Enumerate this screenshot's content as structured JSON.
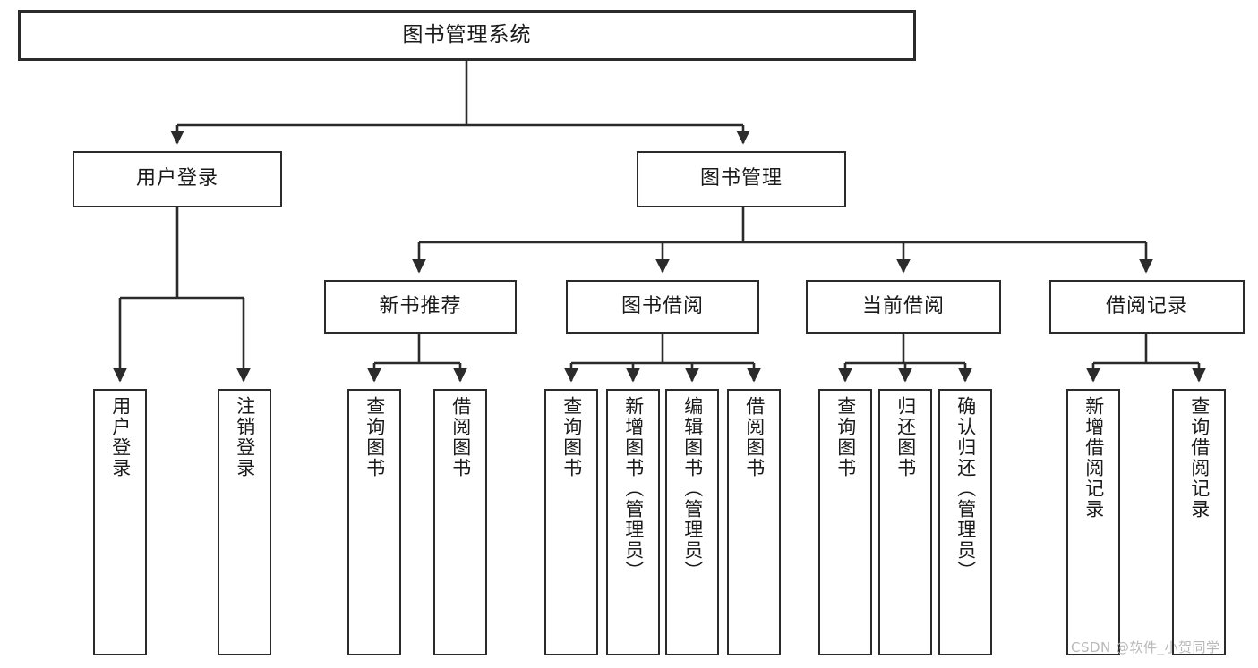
{
  "diagram": {
    "type": "tree",
    "title": "图书管理系统",
    "root": {
      "label": "图书管理系统"
    },
    "level2": [
      {
        "label": "用户登录"
      },
      {
        "label": "图书管理"
      }
    ],
    "level3": [
      {
        "label": "新书推荐"
      },
      {
        "label": "图书借阅"
      },
      {
        "label": "当前借阅"
      },
      {
        "label": "借阅记录"
      }
    ],
    "leaves": [
      {
        "label": "用户登录",
        "parent": "用户登录"
      },
      {
        "label": "注销登录",
        "parent": "用户登录"
      },
      {
        "label": "查询图书",
        "parent": "新书推荐"
      },
      {
        "label": "借阅图书",
        "parent": "新书推荐"
      },
      {
        "label": "查询图书",
        "parent": "图书借阅"
      },
      {
        "label": "新增图书（管理员）",
        "parent": "图书借阅"
      },
      {
        "label": "编辑图书（管理员）",
        "parent": "图书借阅"
      },
      {
        "label": "借阅图书",
        "parent": "图书借阅"
      },
      {
        "label": "查询图书",
        "parent": "当前借阅"
      },
      {
        "label": "归还图书",
        "parent": "当前借阅"
      },
      {
        "label": "确认归还（管理员）",
        "parent": "当前借阅"
      },
      {
        "label": "新增借阅记录",
        "parent": "借阅记录"
      },
      {
        "label": "查询借阅记录",
        "parent": "借阅记录"
      }
    ],
    "colors": {
      "stroke": "#2b2b2b",
      "fill": "#ffffff",
      "text": "#1a1a1a",
      "watermark": "#b9b9b9"
    }
  },
  "watermark": {
    "text": "CSDN @软件_小贺同学"
  }
}
